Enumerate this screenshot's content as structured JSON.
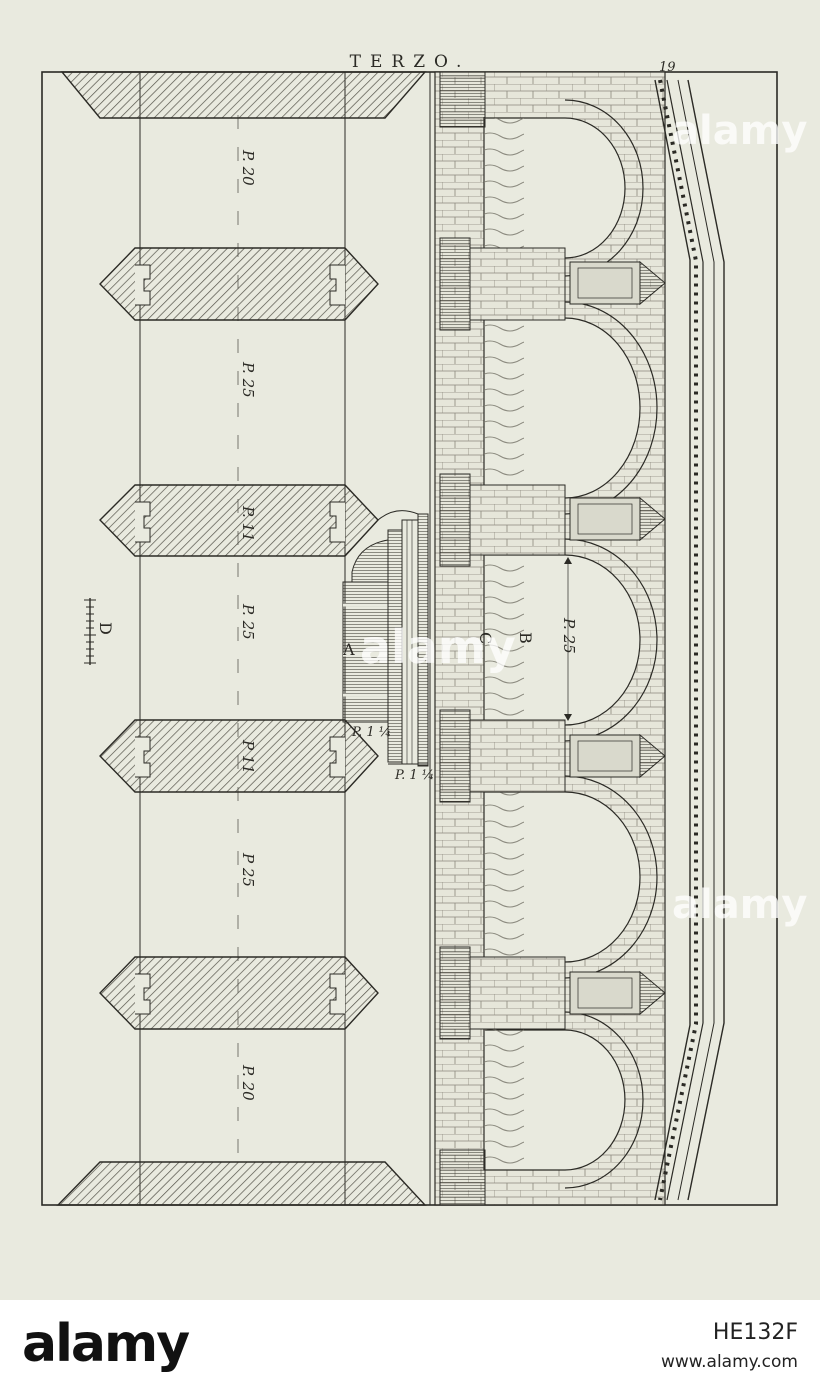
{
  "page": {
    "running_head": "TERZO.",
    "folio": "19"
  },
  "plan_labels": {
    "span_1": "P. 20",
    "span_2": "P. 25",
    "pier_1": "P. 11",
    "span_3": "P. 25",
    "pier_2": "P 11",
    "span_4": "P 25",
    "span_5": "P. 20",
    "scale_letter": "D"
  },
  "elevation_labels": {
    "letter_a": "A",
    "letter_b": "B",
    "letter_c": "C",
    "arch_span": "P. 25",
    "dim_1": "P. 1 ¼",
    "dim_2": "P. 1 ¼"
  },
  "watermark": {
    "brand": "alamy",
    "image_id": "HE132F",
    "site": "www.alamy.com"
  },
  "colors": {
    "paper": "#e9eadf",
    "ink": "#2b2a25",
    "hatch": "#55534a",
    "water": "#7d7b70"
  }
}
